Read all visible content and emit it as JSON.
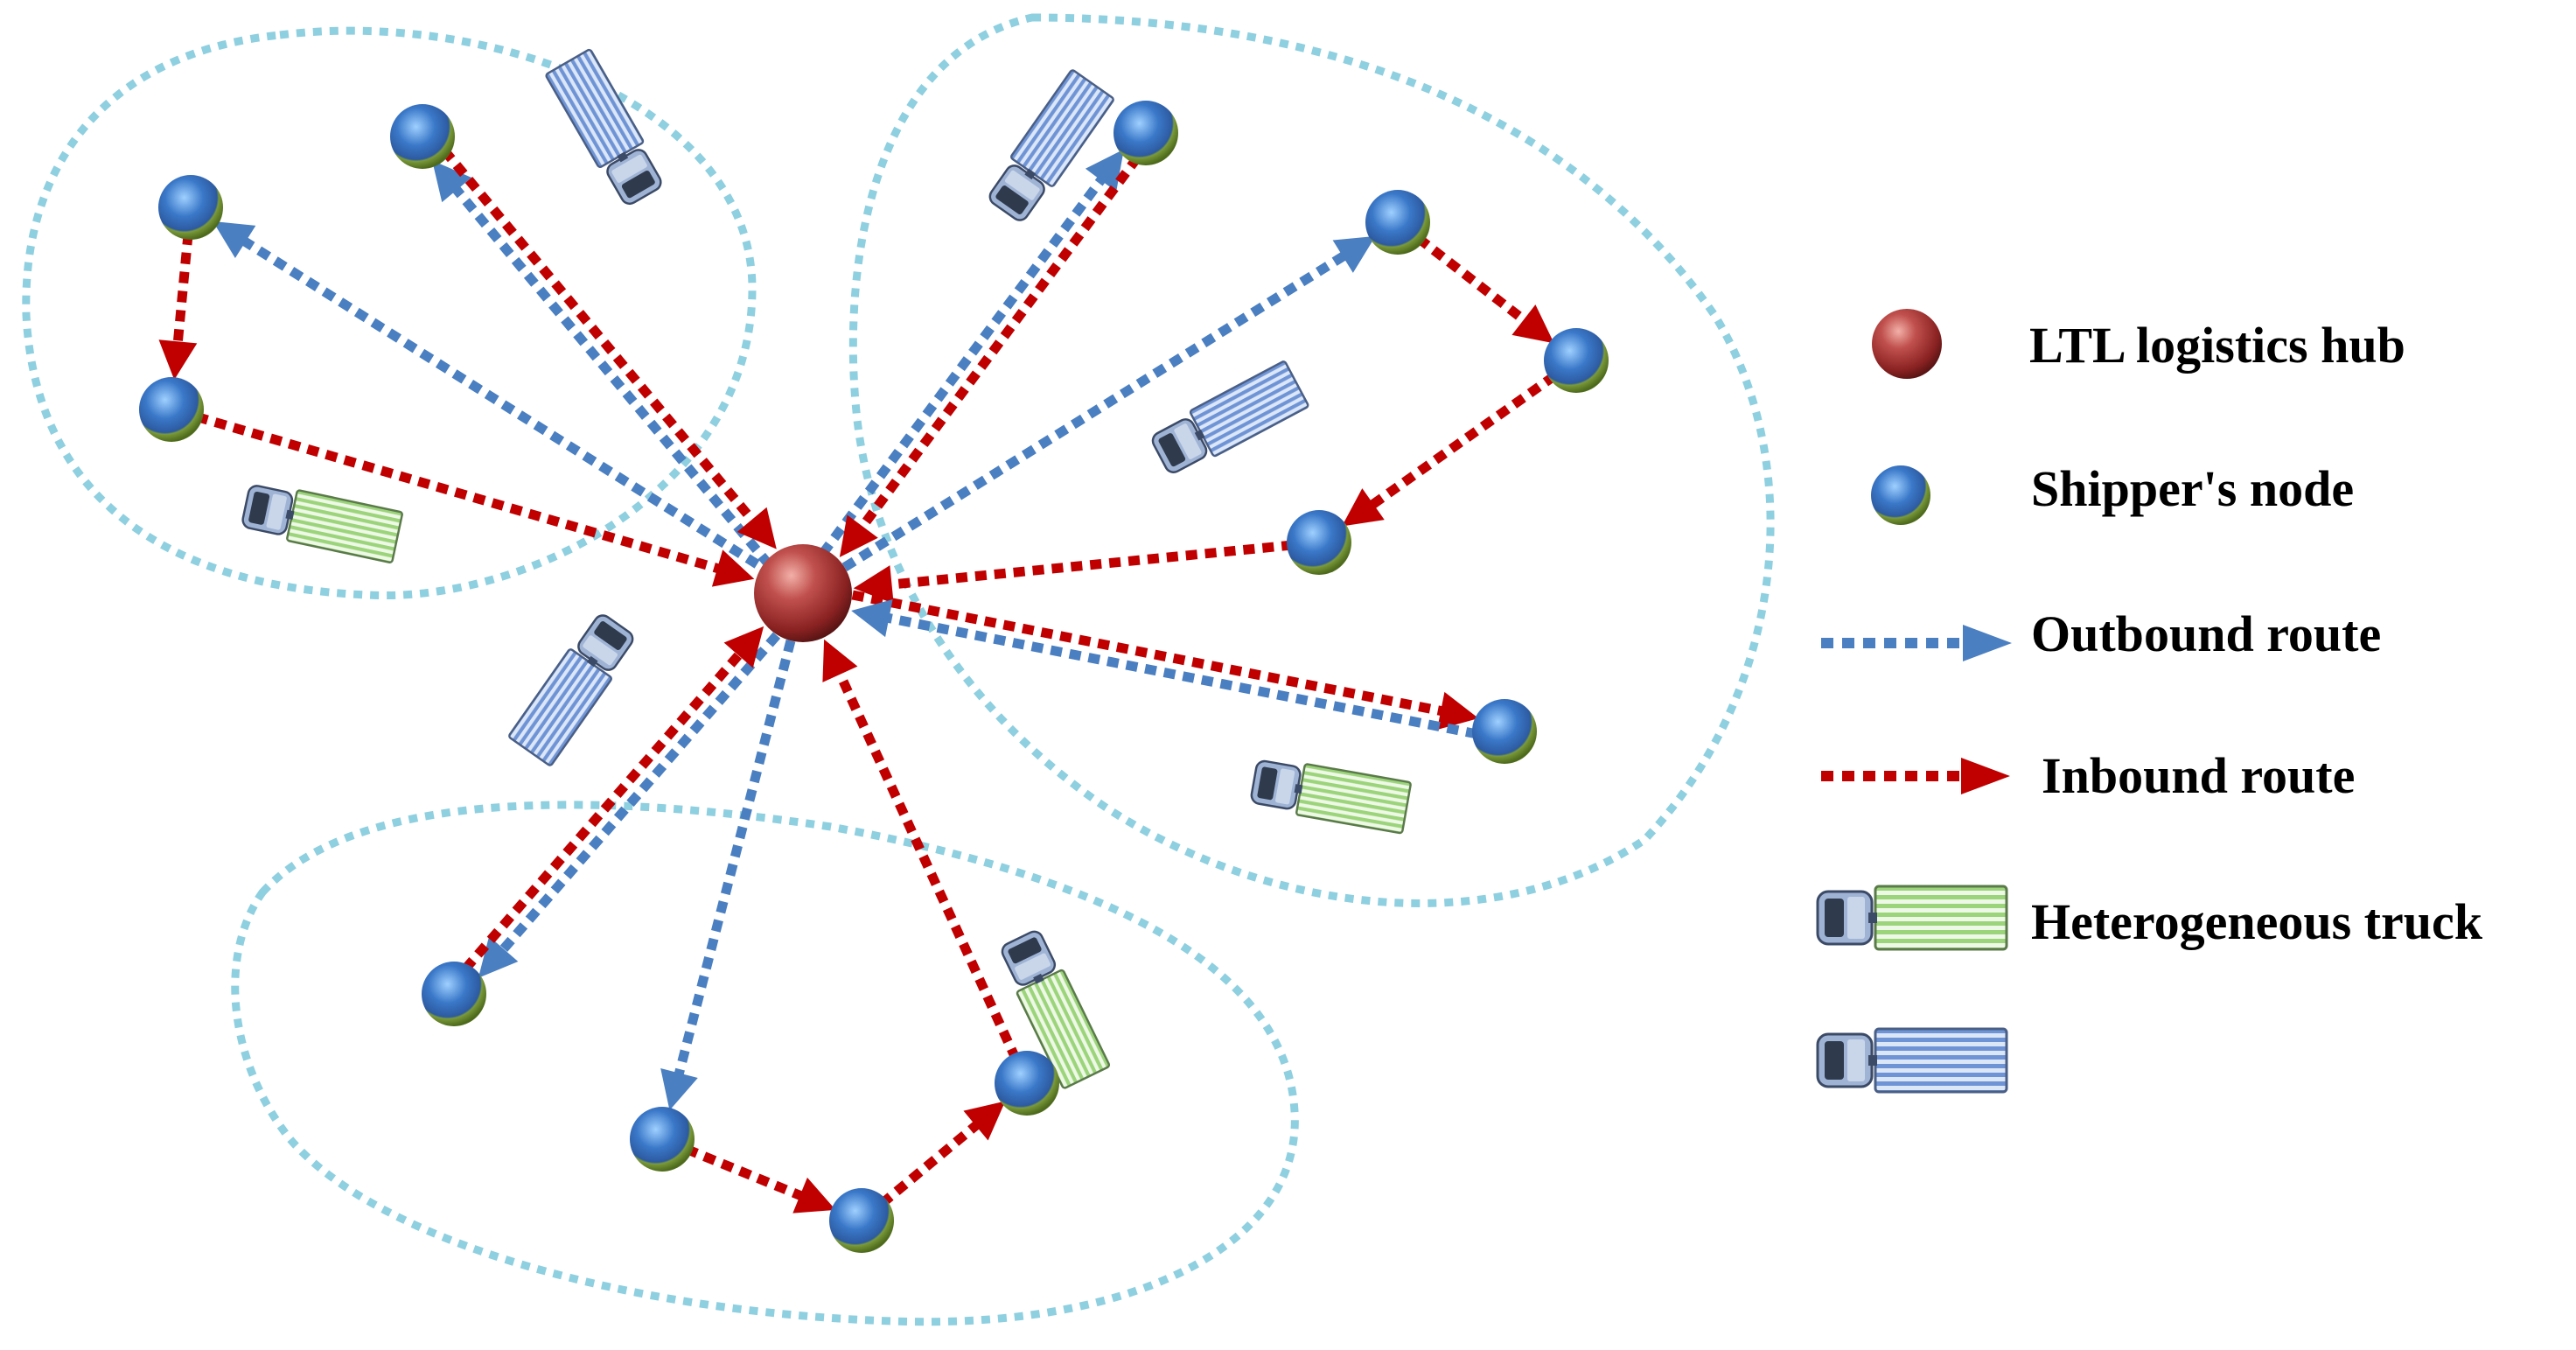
{
  "legend": {
    "hub_label": "LTL logistics hub",
    "shipper_label": "Shipper's node",
    "outbound_label": "Outbound route",
    "inbound_label": "Inbound route",
    "truck_label": "Heterogeneous truck"
  },
  "colors": {
    "outbound": "#4a7fc1",
    "inbound": "#c00000",
    "cluster_boundary": "#8ecfe0",
    "hub": "#a02a2a",
    "node_ring": "#6b8e23",
    "node_core": "#3a78c8",
    "truck_green_cargo": "#bfe3a6",
    "truck_blue_cargo": "#a8c0e8"
  },
  "icons": [
    "hub-sphere-icon",
    "shipper-node-icon",
    "truck-icon"
  ]
}
